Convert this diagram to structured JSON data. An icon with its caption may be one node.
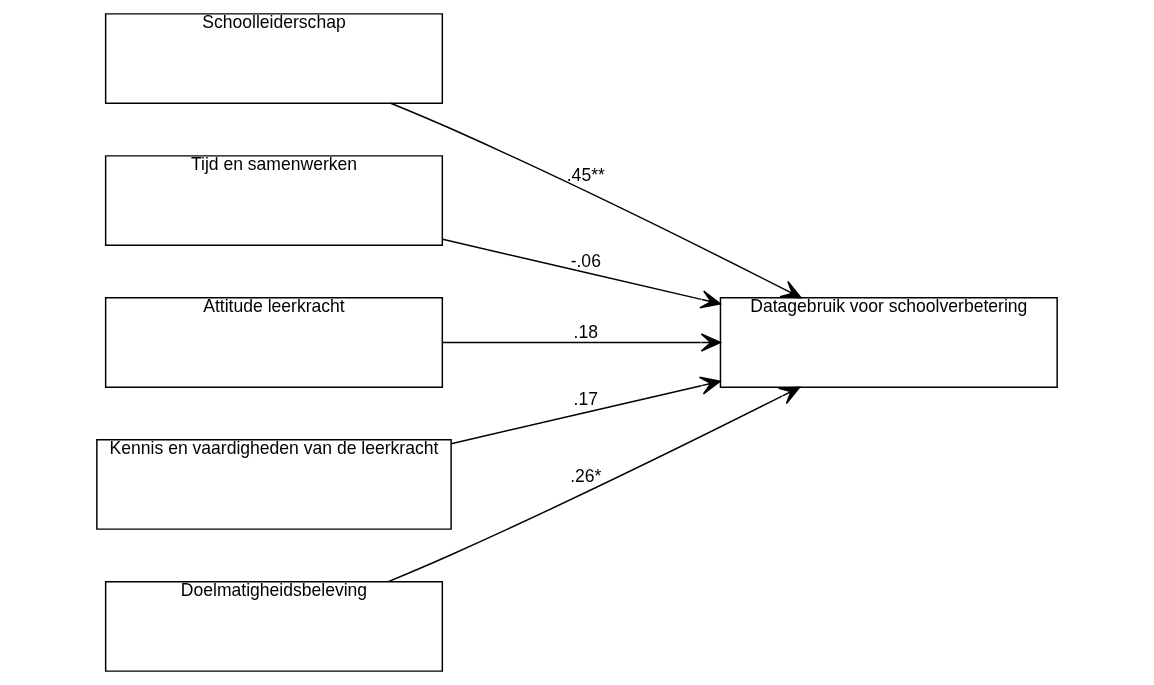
{
  "diagram": {
    "nodes": [
      {
        "text": [
          "Schoolleiderschap"
        ]
      },
      {
        "text": [
          "Tijd en samenwerken"
        ]
      },
      {
        "text": [
          "Attitude leerkracht"
        ]
      },
      {
        "text": [
          "Kennis en vaardigheden van de leerkracht"
        ]
      },
      {
        "text": [
          "Doelmatigheidsbeleving"
        ]
      },
      {
        "text": [
          "Datagebruik voor schoolverbetering"
        ]
      }
    ],
    "edges": [
      {
        "from": 0,
        "to": 5,
        "arrow": "to",
        "label": ".45**"
      },
      {
        "from": 1,
        "to": 5,
        "arrow": "to",
        "label": "-.06"
      },
      {
        "from": 2,
        "to": 5,
        "arrow": "to",
        "label": ".18"
      },
      {
        "from": 3,
        "to": 5,
        "arrow": "to",
        "label": ".17"
      },
      {
        "from": 4,
        "to": 5,
        "arrow": "to",
        "label": ".26*"
      }
    ]
  }
}
